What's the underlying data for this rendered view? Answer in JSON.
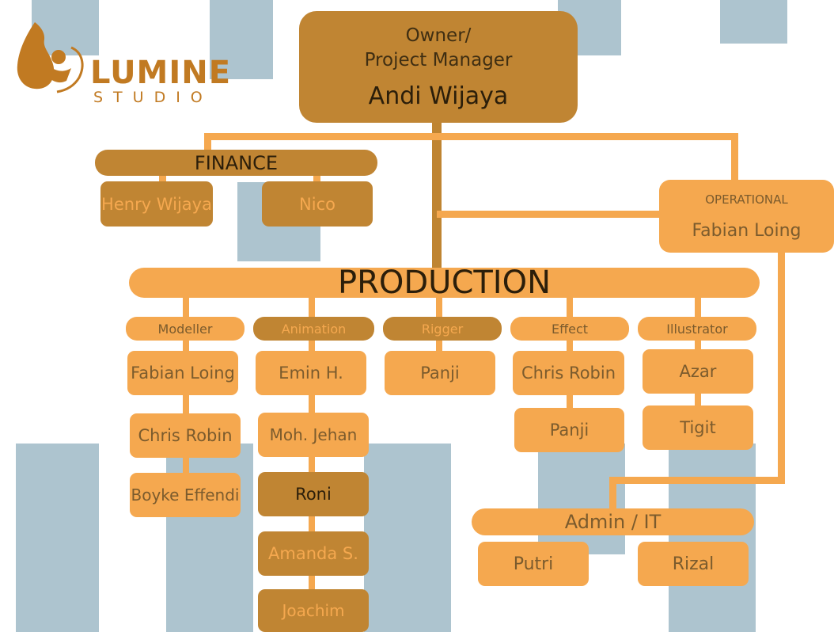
{
  "logo": {
    "title": "LUMINE",
    "subtitle": "STUDIO"
  },
  "owner": {
    "role_line1": "Owner/",
    "role_line2": "Project Manager",
    "name": "Andi Wijaya"
  },
  "finance": {
    "title": "FINANCE",
    "members": [
      "Henry Wijaya",
      "Nico"
    ]
  },
  "operational": {
    "title": "OPERATIONAL",
    "name": "Fabian Loing"
  },
  "production": {
    "title": "PRODUCTION",
    "departments": [
      {
        "title": "Modeller",
        "members": [
          "Fabian Loing",
          "Chris Robin",
          "Boyke Effendi"
        ]
      },
      {
        "title": "Animation",
        "members": [
          "Emin H.",
          "Moh. Jehan",
          "Roni",
          "Amanda S.",
          "Joachim"
        ]
      },
      {
        "title": "Rigger",
        "members": [
          "Panji"
        ]
      },
      {
        "title": "Effect",
        "members": [
          "Chris Robin",
          "Panji"
        ]
      },
      {
        "title": "Illustrator",
        "members": [
          "Azar",
          "Tigit"
        ]
      }
    ]
  },
  "admin_it": {
    "title": "Admin / IT",
    "members": [
      "Putri",
      "Rizal"
    ]
  },
  "colors": {
    "box_light": "#f5a84f",
    "box_dark": "#c08533",
    "watermark": "#a9c1cc",
    "logo": "#c17a22"
  }
}
